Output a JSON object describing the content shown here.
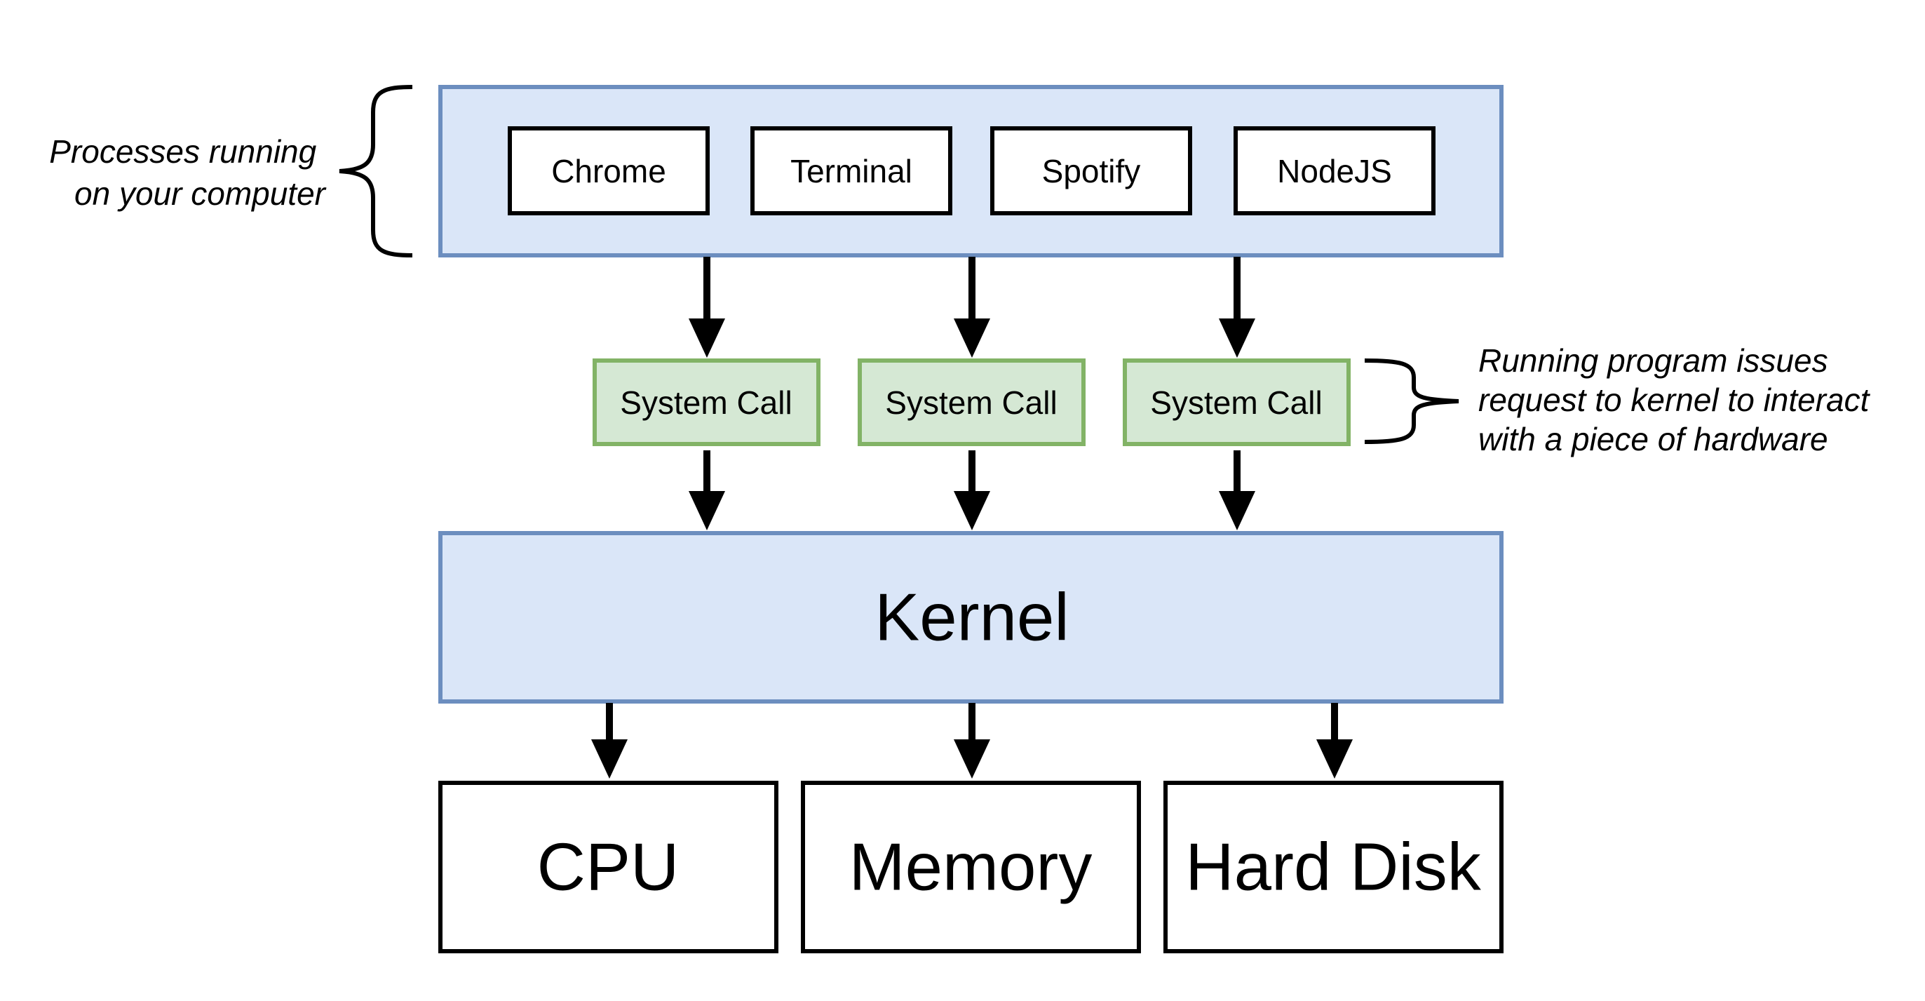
{
  "processes": {
    "annotation": [
      "Processes running",
      "on your computer"
    ],
    "items": [
      {
        "label": "Chrome"
      },
      {
        "label": "Terminal"
      },
      {
        "label": "Spotify"
      },
      {
        "label": "NodeJS"
      }
    ]
  },
  "system_calls": {
    "label": "System Call",
    "annotation": [
      "Running program issues",
      "request to kernel to interact",
      "with a piece of hardware"
    ]
  },
  "kernel": {
    "label": "Kernel"
  },
  "hardware": {
    "items": [
      {
        "label": "CPU"
      },
      {
        "label": "Memory"
      },
      {
        "label": "Hard Disk"
      }
    ]
  },
  "colors": {
    "blue_fill": "#dae6f8",
    "blue_stroke": "#6c8ebf",
    "green_fill": "#d5e8d4",
    "green_stroke": "#82b366",
    "black": "#000000"
  }
}
